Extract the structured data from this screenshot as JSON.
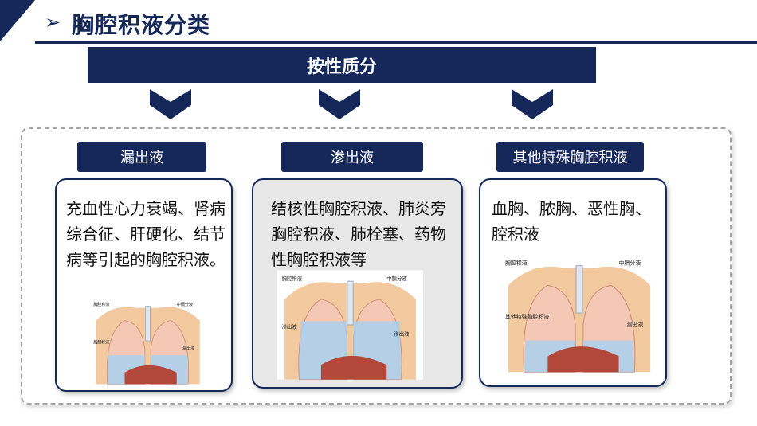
{
  "header": {
    "title": "胸腔积液分类"
  },
  "banner": {
    "text": "按性质分"
  },
  "columns": [
    {
      "label": "漏出液",
      "description": "充血性心力衰竭、肾病综合征、肝硬化、结节病等引起的胸腔积液。",
      "image_tags": [
        "胸腔积液",
        "中膈分液",
        "胸膜积液",
        "漏出液"
      ]
    },
    {
      "label": "渗出液",
      "description": "结核性胸腔积液、肺炎旁胸腔积液、肺栓塞、药物性胸腔积液等",
      "image_tags": [
        "胸腔积液",
        "中膈分液",
        "渗出液",
        "渗出液"
      ]
    },
    {
      "label": "其他特殊胸腔积液",
      "description": "血胸、脓胸、恶性胸、腔积液",
      "image_tags": [
        "胸腔积液",
        "中膈分液",
        "其他特殊胸腔积液",
        "漏出液"
      ]
    }
  ],
  "colors": {
    "navy": "#16285a",
    "lung": "#f5c7b5",
    "fluid": "#a8d0ef",
    "liver": "#b2483a",
    "skin": "#f3c9a0"
  }
}
